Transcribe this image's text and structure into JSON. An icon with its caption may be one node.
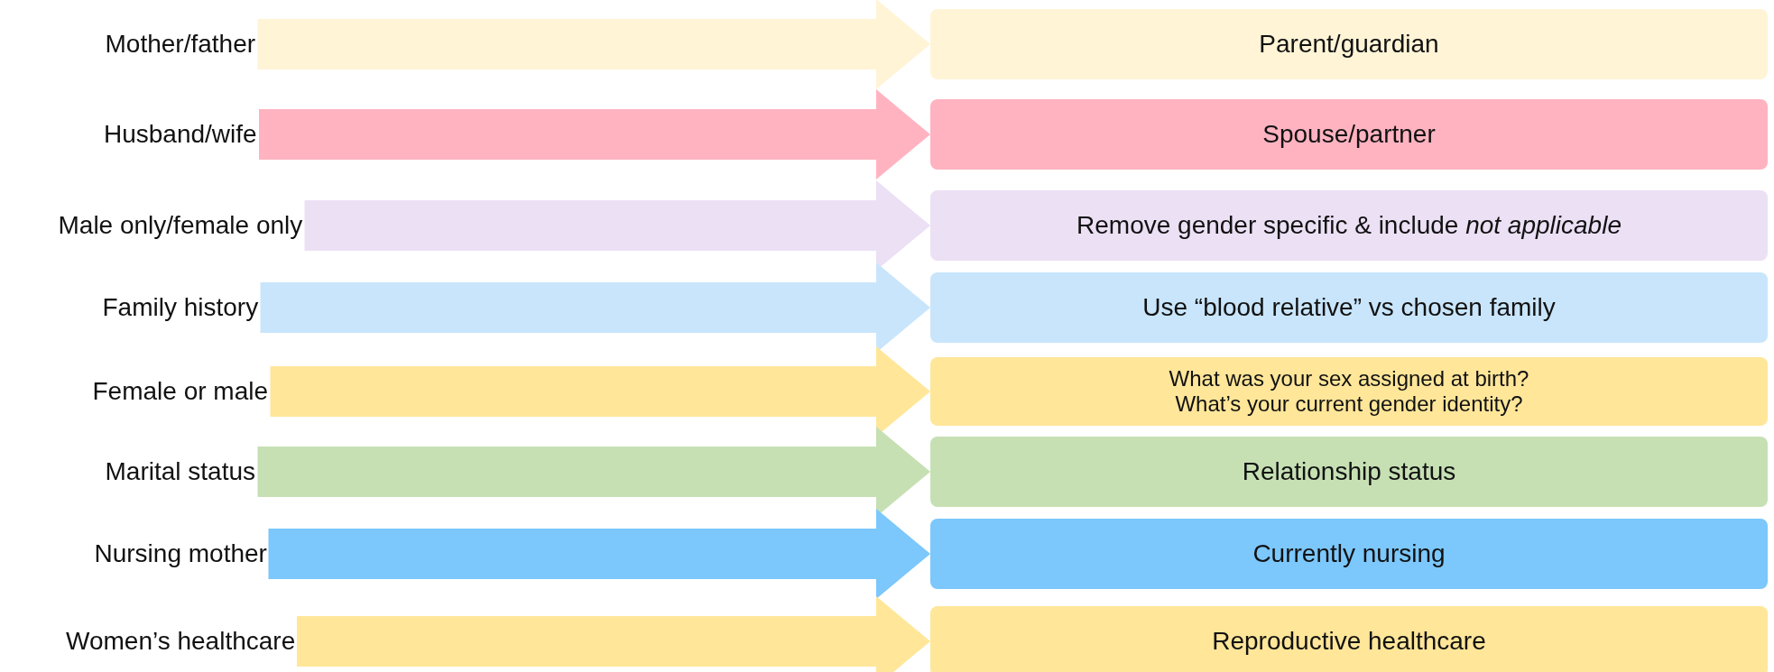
{
  "diagram": {
    "nodes": [
      {
        "text": [
          "Mother/father"
        ]
      },
      {
        "text": [
          "Husband/wife"
        ]
      },
      {
        "text": [
          "Male only/female only"
        ]
      },
      {
        "text": [
          "Family history"
        ]
      },
      {
        "text": [
          "Female or male"
        ]
      },
      {
        "text": [
          "Marital status"
        ]
      },
      {
        "text": [
          "Nursing mother"
        ]
      },
      {
        "text": [
          "Women’s healthcare"
        ]
      },
      {
        "text": [
          "Parent/guardian"
        ]
      },
      {
        "text": [
          "Spouse/partner"
        ]
      },
      {
        "text": [
          "Remove gender specific & include *not applicable*"
        ]
      },
      {
        "text": [
          "Use “blood relative” vs chosen family"
        ]
      },
      {
        "text": [
          "What was your sex assigned at birth?",
          "What’s your current gender identity?"
        ]
      },
      {
        "text": [
          "Relationship status"
        ]
      },
      {
        "text": [
          "Currently nursing"
        ]
      },
      {
        "text": [
          "Reproductive healthcare"
        ]
      }
    ],
    "edges": [
      {
        "from": 0,
        "to": 8,
        "arrow": "to",
        "color": "#fff4d6"
      },
      {
        "from": 1,
        "to": 9,
        "arrow": "to",
        "color": "#ffb3c1"
      },
      {
        "from": 2,
        "to": 10,
        "arrow": "to",
        "color": "#ece0f5"
      },
      {
        "from": 3,
        "to": 11,
        "arrow": "to",
        "color": "#c9e5fb"
      },
      {
        "from": 4,
        "to": 12,
        "arrow": "to",
        "color": "#ffe699"
      },
      {
        "from": 5,
        "to": 13,
        "arrow": "to",
        "color": "#c6e0b4"
      },
      {
        "from": 6,
        "to": 14,
        "arrow": "to",
        "color": "#7cc7fb"
      },
      {
        "from": 7,
        "to": 15,
        "arrow": "to",
        "color": "#ffe699"
      }
    ]
  }
}
